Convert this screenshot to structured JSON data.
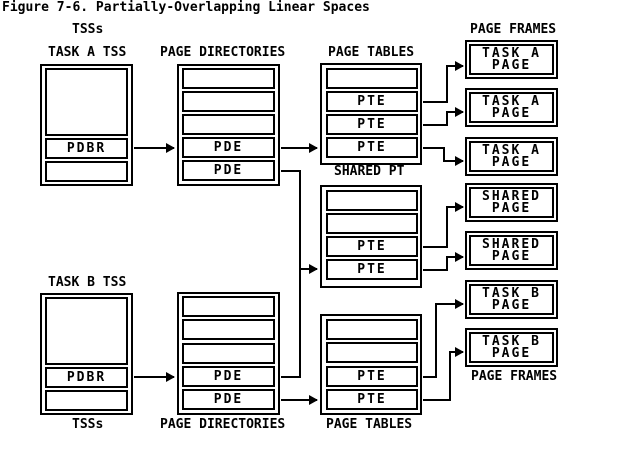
{
  "title": "Figure 7-6. Partially-Overlapping Linear Spaces",
  "labels": {
    "tsss_top": "TSSs",
    "task_a_tss": "TASK A TSS",
    "page_directories_top": "PAGE DIRECTORIES",
    "page_tables_top": "PAGE TABLES",
    "page_frames_top": "PAGE FRAMES",
    "shared_pt": "SHARED PT",
    "task_b_tss": "TASK B TSS",
    "page_frames_bottom": "PAGE FRAMES",
    "tsss_bottom": "TSSs",
    "page_directories_bottom": "PAGE DIRECTORIES",
    "page_tables_bottom": "PAGE TABLES"
  },
  "task_a_tss": {
    "rows": [
      "",
      "PDBR",
      ""
    ]
  },
  "task_b_tss": {
    "rows": [
      "",
      "PDBR",
      ""
    ]
  },
  "page_directory_a": {
    "rows": [
      "",
      "",
      "",
      "PDE",
      "PDE"
    ]
  },
  "page_directory_b": {
    "rows": [
      "",
      "",
      "",
      "PDE",
      "PDE"
    ]
  },
  "page_table_1": {
    "rows": [
      "",
      "PTE",
      "PTE",
      "PTE"
    ]
  },
  "page_table_shared": {
    "rows": [
      "",
      "",
      "PTE",
      "PTE"
    ]
  },
  "page_table_3": {
    "rows": [
      "",
      "",
      "PTE",
      "PTE"
    ]
  },
  "page_frames": [
    {
      "line1": "TASK A",
      "line2": "PAGE"
    },
    {
      "line1": "TASK A",
      "line2": "PAGE"
    },
    {
      "line1": "TASK A",
      "line2": "PAGE"
    },
    {
      "line1": "SHARED",
      "line2": "PAGE"
    },
    {
      "line1": "SHARED",
      "line2": "PAGE"
    },
    {
      "line1": "TASK B",
      "line2": "PAGE"
    },
    {
      "line1": "TASK B",
      "line2": "PAGE"
    }
  ],
  "colors": {
    "ink": "#000000",
    "background": "#ffffff"
  }
}
